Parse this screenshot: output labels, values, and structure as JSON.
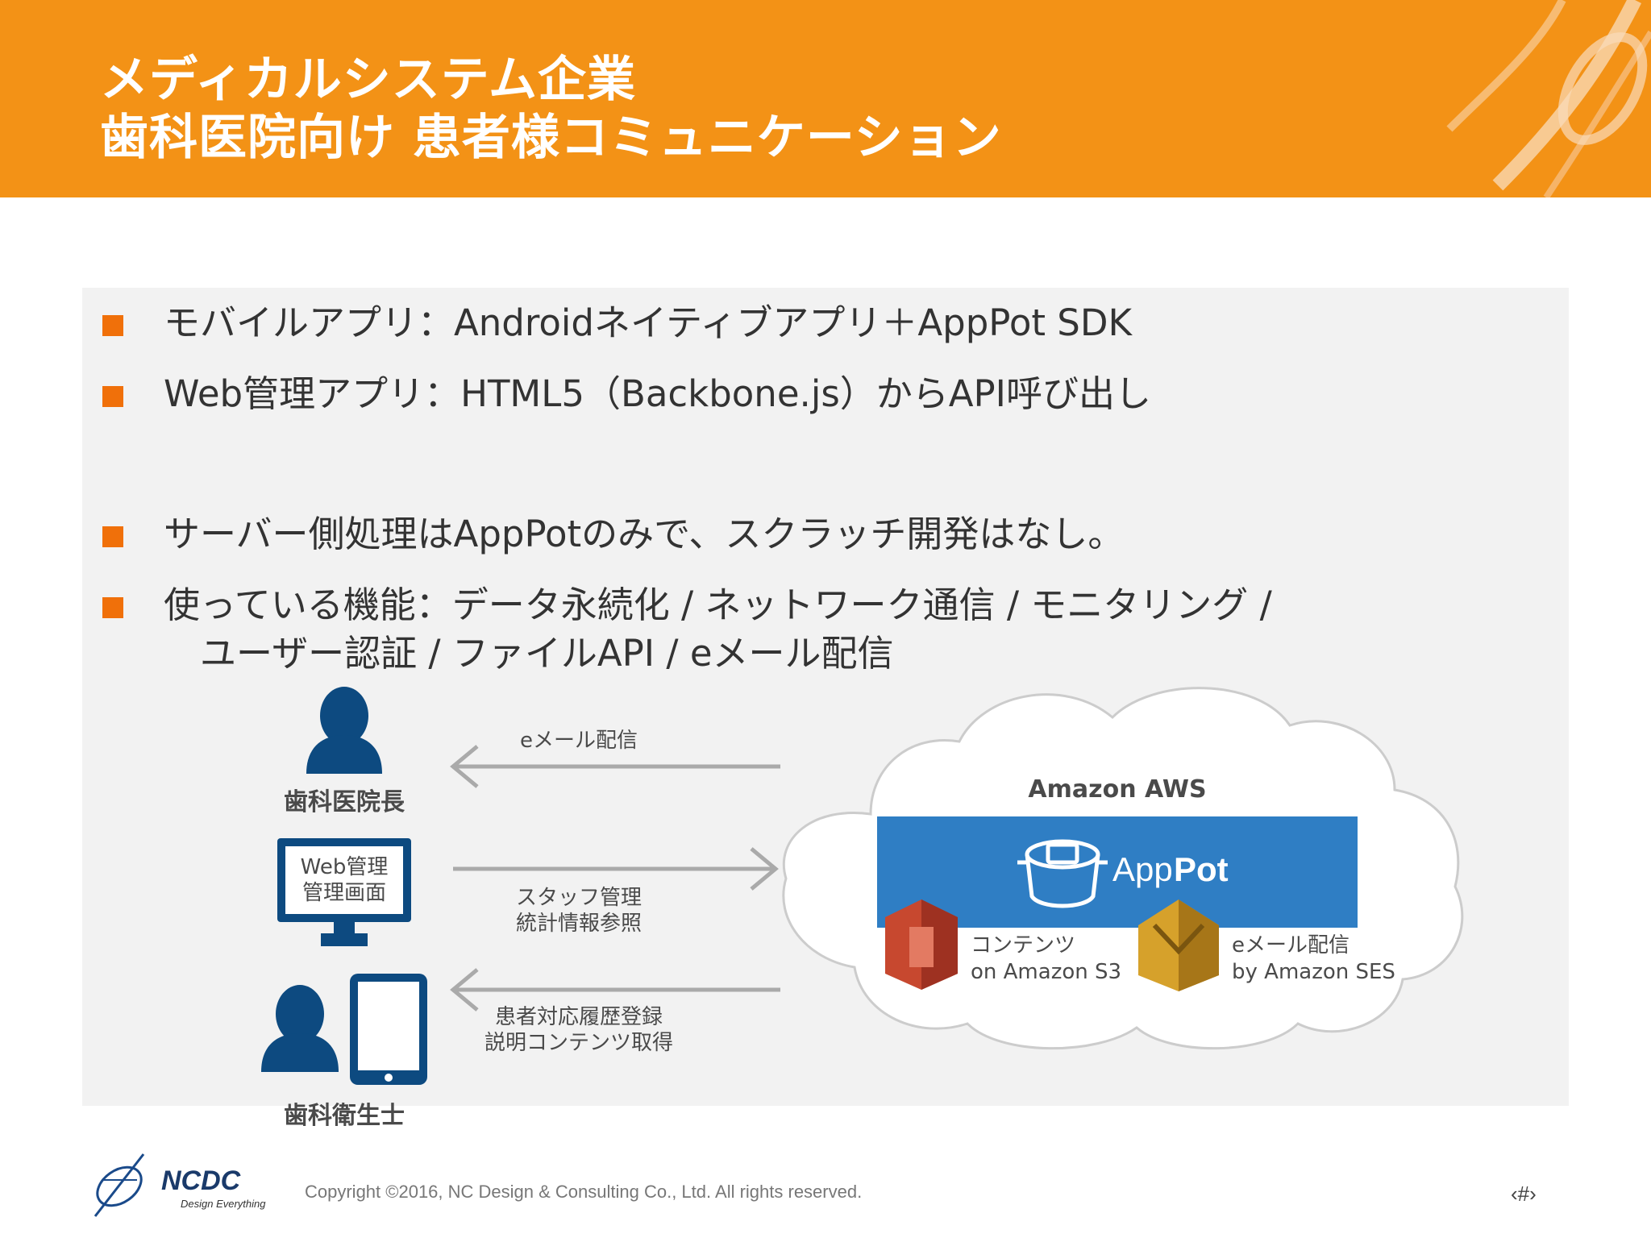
{
  "header": {
    "title_line1": "メディカルシステム企業",
    "title_line2": "歯科医院向け 患者様コミュニケーション"
  },
  "bullets": [
    "モバイルアプリ：Androidネイティブアプリ＋AppPot SDK",
    "Web管理アプリ：HTML5（Backbone.js）からAPI呼び出し",
    "サーバー側処理はAppPotのみで、スクラッチ開発はなし。",
    "使っている機能：データ永続化 /  ネットワーク通信 /  モニタリング /"
  ],
  "bullet4_continuation": "ユーザー認証 / ファイルAPI /  eメール配信",
  "diagram": {
    "director_label": "歯科医院長",
    "monitor_line1": "Web管理",
    "monitor_line2": "管理画面",
    "hygienist_label": "歯科衛生士",
    "arrow1_label": "eメール配信",
    "arrow2_line1": "スタッフ管理",
    "arrow2_line2": "統計情報参照",
    "arrow3_line1": "患者対応履歴登録",
    "arrow3_line2": "説明コンテンツ取得",
    "cloud_title": "Amazon AWS",
    "apppot_label_app": "App",
    "apppot_label_pot": "Pot",
    "s3_line1": "コンテンツ",
    "s3_line2": "on Amazon S3",
    "ses_line1": "eメール配信",
    "ses_line2": "by Amazon SES"
  },
  "footer": {
    "logo_name": "NCDC",
    "logo_tagline": "Design Everything",
    "copyright": "Copyright ©2016, NC Design & Consulting Co., Ltd. All rights reserved.",
    "page_number": "‹#›"
  },
  "colors": {
    "header_orange": "#f39216",
    "bullet_orange": "#f0700a",
    "apppot_blue": "#2f7ec4",
    "person_navy": "#0d4a80",
    "s3_red": "#c7482f",
    "ses_gold": "#d6a12b"
  }
}
